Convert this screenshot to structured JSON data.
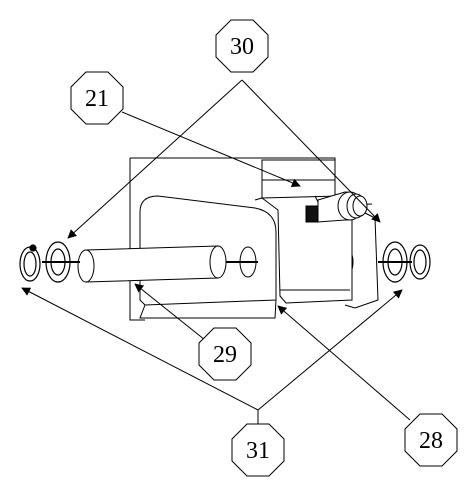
{
  "diagram": {
    "callouts": [
      {
        "id": "c30",
        "label": "30"
      },
      {
        "id": "c21",
        "label": "21"
      },
      {
        "id": "c29",
        "label": "29"
      },
      {
        "id": "c28",
        "label": "28"
      },
      {
        "id": "c31",
        "label": "31"
      }
    ],
    "colors": {
      "line": "#000000",
      "fill": "#ffffff"
    }
  }
}
